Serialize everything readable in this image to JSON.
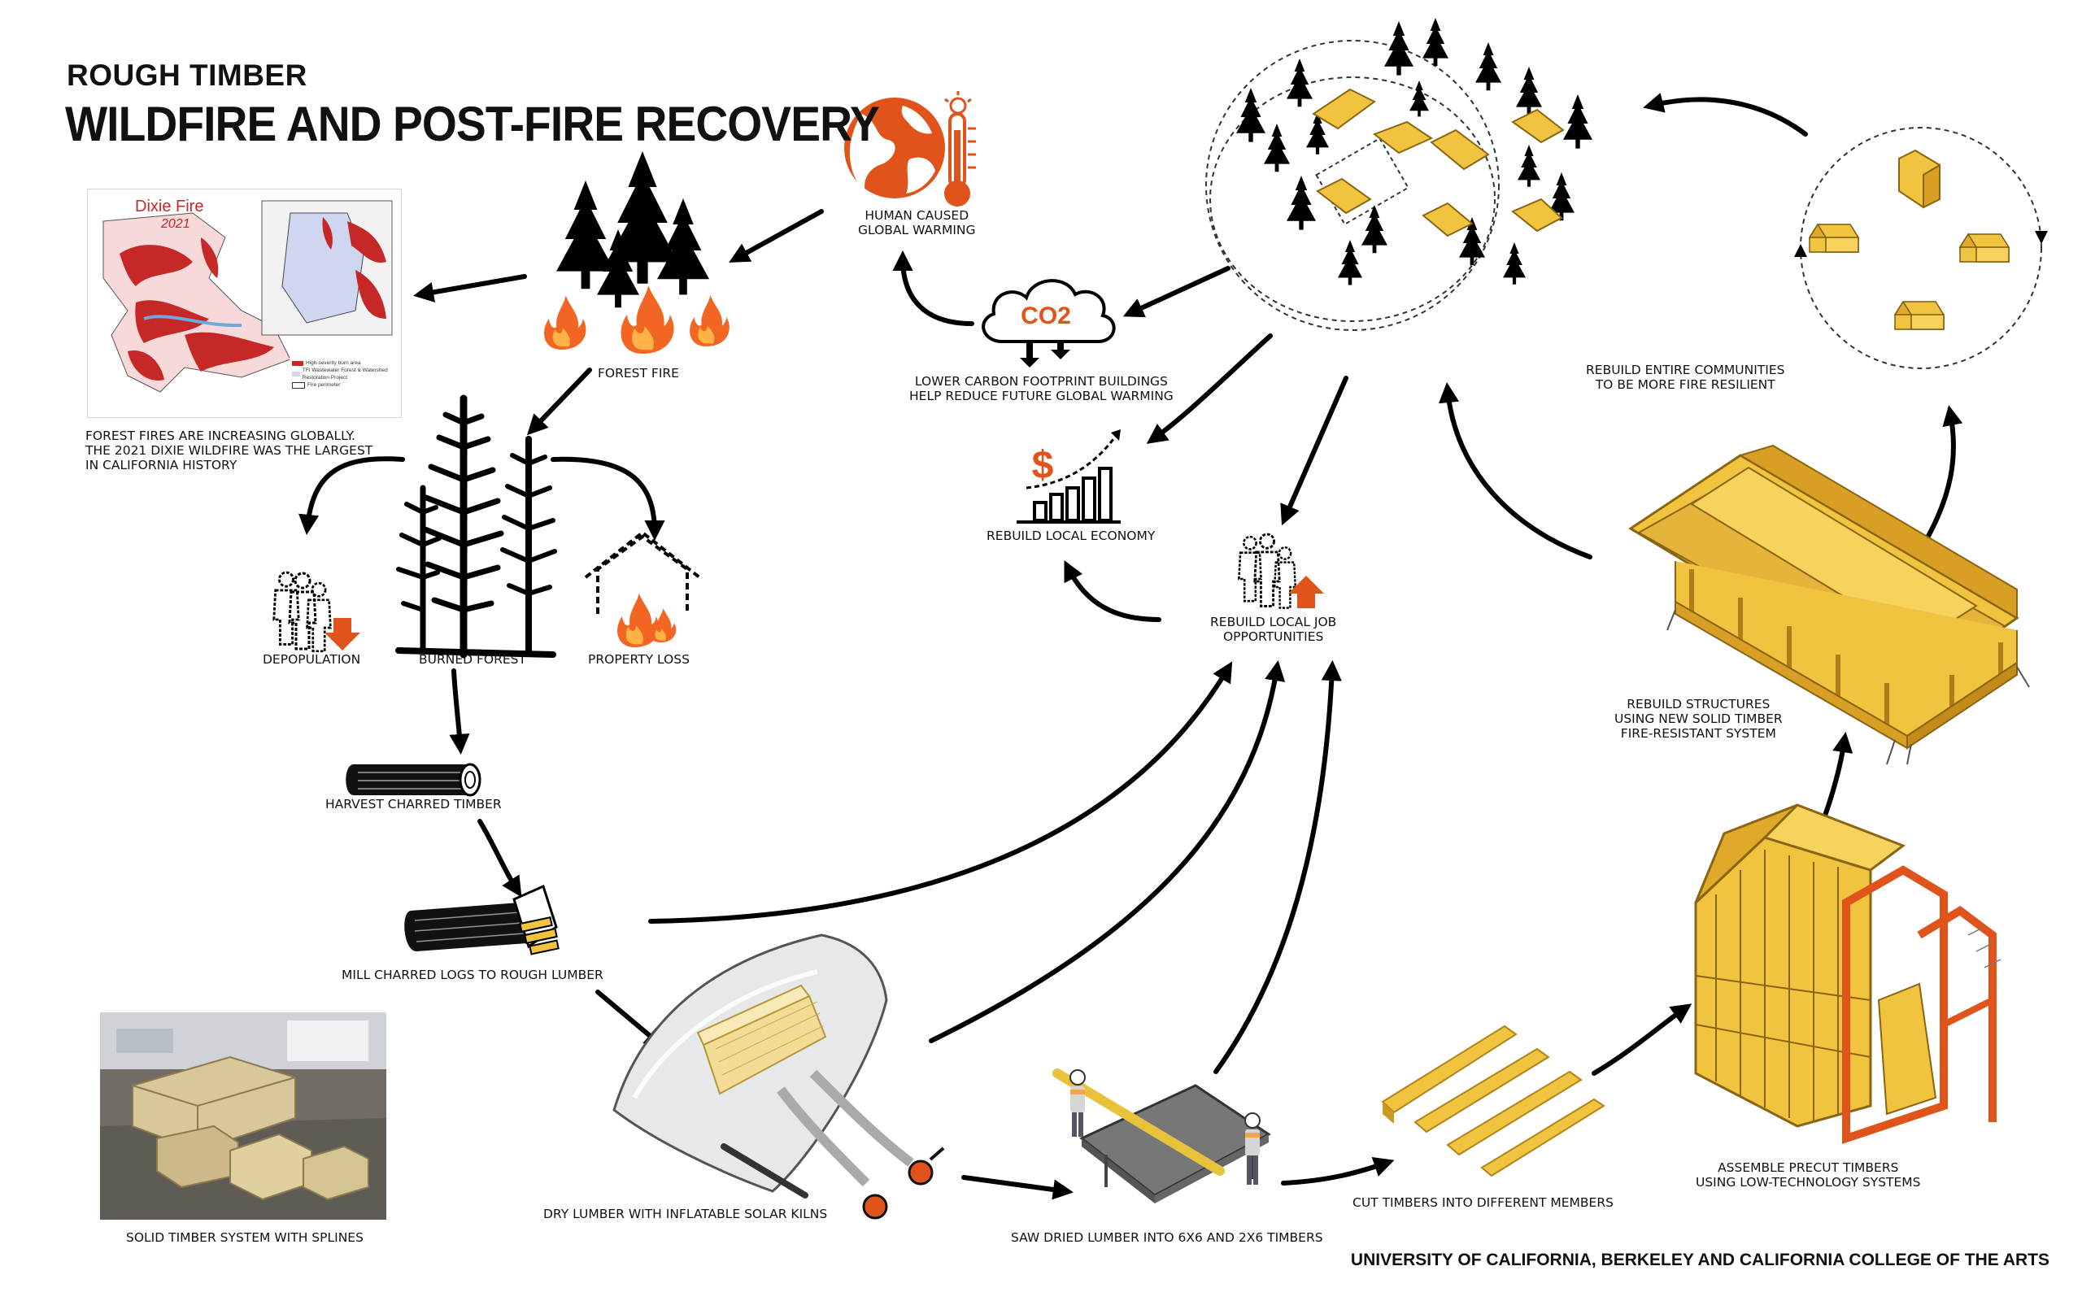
{
  "header": {
    "title_small": "ROUGH TIMBER",
    "title_main": "WILDFIRE AND POST-FIRE RECOVERY"
  },
  "map": {
    "title": "Dixie Fire",
    "year": "2021",
    "legend": [
      "High-severity burn area",
      "TFI Wastewater Forest & Watershed Restoration Project",
      "Fire perimeter"
    ]
  },
  "labels": {
    "forest_fires": [
      "FOREST FIRES ARE INCREASING GLOBALLY.",
      "THE 2021 DIXIE WILDFIRE WAS THE LARGEST",
      "IN CALIFORNIA HISTORY"
    ],
    "forest_fire": "FOREST FIRE",
    "human_caused": [
      "HUMAN CAUSED",
      "GLOBAL WARMING"
    ],
    "lower_carbon": [
      "LOWER CARBON FOOTPRINT BUILDINGS",
      "HELP REDUCE FUTURE GLOBAL WARMING"
    ],
    "rebuild_economy": "REBUILD LOCAL ECONOMY",
    "rebuild_jobs": [
      "REBUILD LOCAL JOB",
      "OPPORTUNITIES"
    ],
    "rebuild_communities": [
      "REBUILD ENTIRE COMMUNITIES",
      "TO BE MORE FIRE RESILIENT"
    ],
    "rebuild_structures": [
      "REBUILD STRUCTURES",
      "USING NEW SOLID TIMBER",
      "FIRE-RESISTANT SYSTEM"
    ],
    "depopulation": "DEPOPULATION",
    "burned_forest": "BURNED FOREST",
    "property_loss": "PROPERTY LOSS",
    "harvest": "HARVEST CHARRED TIMBER",
    "mill": "MILL CHARRED LOGS TO ROUGH LUMBER",
    "solid_timber": "SOLID TIMBER SYSTEM WITH SPLINES",
    "dry_lumber": "DRY LUMBER WITH INFLATABLE SOLAR KILNS",
    "saw": "SAW DRIED LUMBER INTO 6X6 AND 2X6 TIMBERS",
    "cut": "CUT TIMBERS INTO DIFFERENT MEMBERS",
    "assemble": [
      "ASSEMBLE PRECUT TIMBERS",
      "USING LOW-TECHNOLOGY SYSTEMS"
    ]
  },
  "icons": {
    "co2": "CO2",
    "dollar": "$"
  },
  "footer": "UNIVERSITY OF CALIFORNIA, BERKELEY AND CALIFORNIA COLLEGE OF THE ARTS",
  "colors": {
    "accent_orange": "#e0541b",
    "fire_orange": "#f26522",
    "timber": "#f0c43e",
    "timber_dark": "#c99a1f",
    "burn_red": "#c62828"
  }
}
